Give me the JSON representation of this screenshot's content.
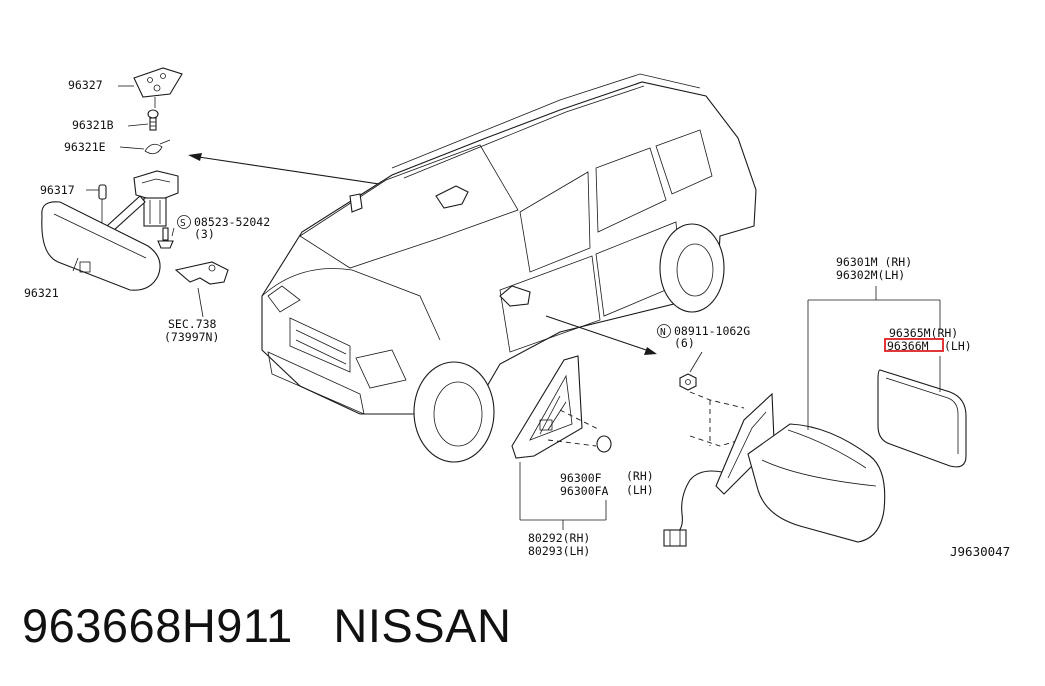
{
  "labels": {
    "p96327": "96327",
    "p96321B": "96321B",
    "p96321E": "96321E",
    "p96317": "96317",
    "p96321": "96321",
    "screw_part": "08523-52042",
    "screw_qty": "(3)",
    "screw_symbol": "S",
    "sec_ref": "SEC.738",
    "sec_part": "(73997N)",
    "p96301M": "96301M (RH)",
    "p96302M": "96302M(LH)",
    "p96365M": "96365M(RH)",
    "p96366M": "96366M",
    "p96366M_side": "(LH)",
    "nut_part": "08911-1062G",
    "nut_qty": "(6)",
    "nut_symbol": "N",
    "p96300F": "96300F",
    "p96300F_side": "(RH)",
    "p96300FA": "96300FA",
    "p96300FA_side": "(LH)",
    "p80292": "80292(RH)",
    "p80293": "80293(LH)",
    "diagram_id": "J9630047"
  },
  "caption": {
    "part_number": "963668H911",
    "brand": "NISSAN"
  },
  "colors": {
    "line": "#1a1a1a",
    "highlight": "#e02020",
    "background": "#ffffff"
  }
}
